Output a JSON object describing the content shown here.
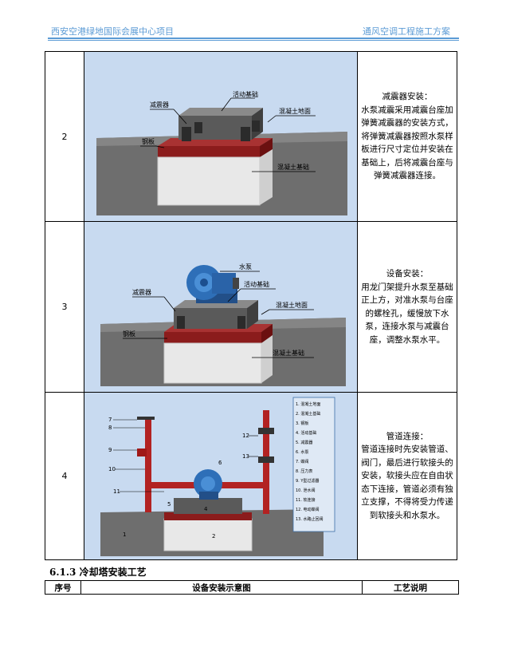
{
  "header": {
    "left": "西安空港绿地国际会展中心项目",
    "right": "通风空调工程施工方案"
  },
  "rows": [
    {
      "num": "2",
      "labels": [
        "活动基础",
        "减震器",
        "混凝土地面",
        "钢板",
        "混凝土基础"
      ],
      "desc_title": "减震器安装：",
      "desc_body": "水泵减震采用减震台座加弹簧减震器的安装方式，将弹簧减震器按照水泵样板进行尺寸定位并安装在基础上，后将减震台座与弹簧减震器连接。"
    },
    {
      "num": "3",
      "labels": [
        "水泵",
        "活动基础",
        "减震器",
        "混凝土地面",
        "钢板",
        "混凝土基础"
      ],
      "desc_title": "设备安装：",
      "desc_body": "用龙门架提升水泵至基础正上方，对准水泵与台座的螺栓孔，缓慢放下水泵，连接水泵与减震台座，调整水泵水平。"
    },
    {
      "num": "4",
      "legend": [
        "1. 混凝土地面",
        "2. 混凝土基础",
        "3. 钢板",
        "4. 活动基础",
        "5. 减震器",
        "6. 水泵",
        "7. 蝶阀",
        "8. 压力表",
        "9. Y型过滤器",
        "10. 泄水阀",
        "11. 软连接",
        "12. 电动蝶阀",
        "13. 水路止回阀"
      ],
      "callouts": [
        "7",
        "8",
        "9",
        "10",
        "11",
        "12",
        "13",
        "6",
        "5",
        "4",
        "1",
        "2"
      ],
      "desc_title": "管道连接：",
      "desc_body": "管道连接时先安装管道、阀门，最后进行软接头的安装，软接头应在自由状态下连接，管道必须有独立支撑，不得将受力传递到软接头和水泵水。"
    }
  ],
  "section": {
    "title": "6.1.3 冷却塔安装工艺",
    "headers": [
      "序号",
      "设备安装示意图",
      "工艺说明"
    ]
  },
  "colors": {
    "accent": "#5b9bd5",
    "pic_bg": "#c8daf0",
    "concrete_red": "#8b1c1c",
    "pump_blue": "#2e6fb8"
  }
}
